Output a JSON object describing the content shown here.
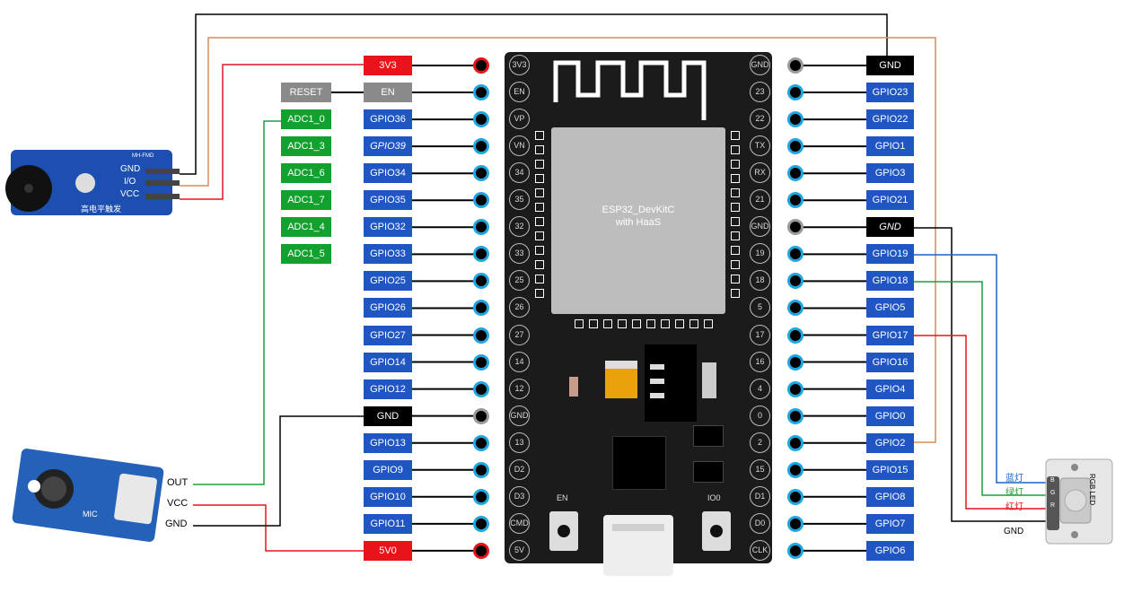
{
  "left_labels": [
    {
      "text": "3V3",
      "color": "red",
      "pad": "red"
    },
    {
      "text": "EN",
      "color": "gray",
      "pad": "cyan"
    },
    {
      "text": "GPIO36",
      "color": "blue",
      "pad": "cyan"
    },
    {
      "text": "GPIO39",
      "color": "blue",
      "pad": "cyan",
      "italic": true
    },
    {
      "text": "GPIO34",
      "color": "blue",
      "pad": "cyan"
    },
    {
      "text": "GPIO35",
      "color": "blue",
      "pad": "cyan"
    },
    {
      "text": "GPIO32",
      "color": "blue",
      "pad": "cyan"
    },
    {
      "text": "GPIO33",
      "color": "blue",
      "pad": "cyan"
    },
    {
      "text": "GPIO25",
      "color": "blue",
      "pad": "cyan"
    },
    {
      "text": "GPIO26",
      "color": "blue",
      "pad": "cyan"
    },
    {
      "text": "GPIO27",
      "color": "blue",
      "pad": "cyan"
    },
    {
      "text": "GPIO14",
      "color": "blue",
      "pad": "cyan"
    },
    {
      "text": "GPIO12",
      "color": "blue",
      "pad": "cyan"
    },
    {
      "text": "GND",
      "color": "black",
      "pad": "gray"
    },
    {
      "text": "GPIO13",
      "color": "blue",
      "pad": "cyan"
    },
    {
      "text": "GPIO9",
      "color": "blue",
      "pad": "cyan"
    },
    {
      "text": "GPIO10",
      "color": "blue",
      "pad": "cyan"
    },
    {
      "text": "GPIO11",
      "color": "blue",
      "pad": "cyan"
    },
    {
      "text": "5V0",
      "color": "red",
      "pad": "red"
    }
  ],
  "right_labels": [
    {
      "text": "GND",
      "color": "black",
      "pad": "gray"
    },
    {
      "text": "GPIO23",
      "color": "blue",
      "pad": "cyan"
    },
    {
      "text": "GPIO22",
      "color": "blue",
      "pad": "cyan"
    },
    {
      "text": "GPIO1",
      "color": "blue",
      "pad": "cyan"
    },
    {
      "text": "GPIO3",
      "color": "blue",
      "pad": "cyan"
    },
    {
      "text": "GPIO21",
      "color": "blue",
      "pad": "cyan"
    },
    {
      "text": "GND",
      "color": "black",
      "pad": "gray",
      "italic": true
    },
    {
      "text": "GPIO19",
      "color": "blue",
      "pad": "cyan"
    },
    {
      "text": "GPIO18",
      "color": "blue",
      "pad": "cyan"
    },
    {
      "text": "GPIO5",
      "color": "blue",
      "pad": "cyan"
    },
    {
      "text": "GPIO17",
      "color": "blue",
      "pad": "cyan"
    },
    {
      "text": "GPIO16",
      "color": "blue",
      "pad": "cyan"
    },
    {
      "text": "GPIO4",
      "color": "blue",
      "pad": "cyan"
    },
    {
      "text": "GPIO0",
      "color": "blue",
      "pad": "cyan"
    },
    {
      "text": "GPIO2",
      "color": "blue",
      "pad": "cyan"
    },
    {
      "text": "GPIO15",
      "color": "blue",
      "pad": "cyan"
    },
    {
      "text": "GPIO8",
      "color": "blue",
      "pad": "cyan"
    },
    {
      "text": "GPIO7",
      "color": "blue",
      "pad": "cyan"
    },
    {
      "text": "GPIO6",
      "color": "blue",
      "pad": "cyan"
    }
  ],
  "reset_label": "RESET",
  "adc_labels": [
    "ADC1_0",
    "ADC1_3",
    "ADC1_6",
    "ADC1_7",
    "ADC1_4",
    "ADC1_5"
  ],
  "board_left_pins": [
    "3V3",
    "EN",
    "VP",
    "VN",
    "34",
    "35",
    "32",
    "33",
    "25",
    "26",
    "27",
    "14",
    "12",
    "GND",
    "13",
    "D2",
    "D3",
    "CMD",
    "5V"
  ],
  "board_right_pins": [
    "GND",
    "23",
    "22",
    "TX",
    "RX",
    "21",
    "GND",
    "19",
    "18",
    "5",
    "17",
    "16",
    "4",
    "0",
    "2",
    "15",
    "D1",
    "D0",
    "CLK"
  ],
  "module_title": "ESP32_DevKitC",
  "module_subtitle": "with HaaS",
  "button_en": "EN",
  "button_io0": "IO0",
  "buzzer": {
    "model": "MH-FMD",
    "pin_gnd": "GND",
    "pin_io": "I/O",
    "pin_vcc": "VCC",
    "caption": "高电平触发"
  },
  "mic": {
    "caption": "MIC",
    "pin_out": "OUT",
    "pin_vcc": "VCC",
    "pin_gnd": "GND"
  },
  "rgb_led": {
    "caption": "RGB LED",
    "blue": "蓝灯",
    "green": "绿灯",
    "red": "红灯",
    "gnd": "GND",
    "pin_b": "B",
    "pin_g": "G",
    "pin_r": "R"
  },
  "colors": {
    "blue_label": "#1f56c4",
    "red_label": "#e8141a",
    "green_label": "#12a12f",
    "wire_orange": "#d98b55",
    "wire_blue": "#1f63c4",
    "wire_green": "#1ea040"
  }
}
